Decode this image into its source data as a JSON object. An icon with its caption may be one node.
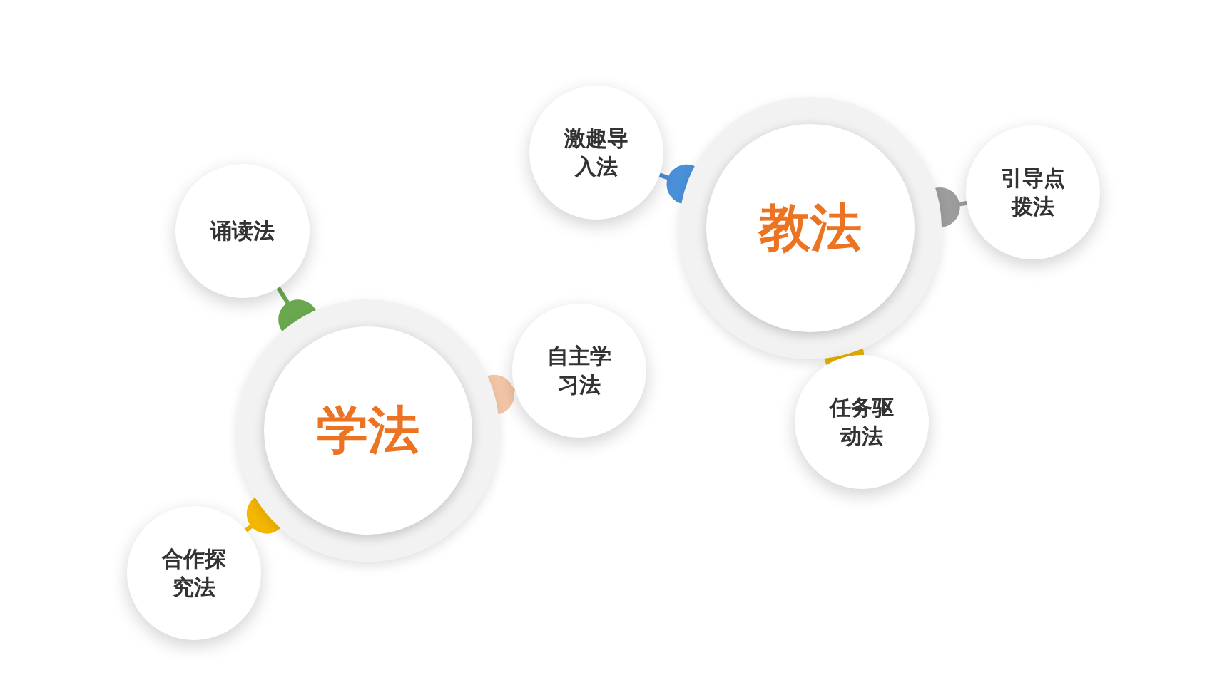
{
  "diagram": {
    "nodes": [
      {
        "text": [
          "学法"
        ]
      },
      {
        "text": [
          "诵读法"
        ]
      },
      {
        "text": [
          "自主学习法"
        ]
      },
      {
        "text": [
          "合作探究法"
        ]
      },
      {
        "text": [
          "教法"
        ]
      },
      {
        "text": [
          "激趣导入法"
        ]
      },
      {
        "text": [
          "引导点拨法"
        ]
      },
      {
        "text": [
          "任务驱动法"
        ]
      }
    ],
    "edges": [
      {
        "from": 0,
        "to": 1,
        "arrow": "other",
        "color": "#6aa84f"
      },
      {
        "from": 0,
        "to": 2,
        "arrow": "other",
        "color": "#f4c7a8"
      },
      {
        "from": 0,
        "to": 3,
        "arrow": "other",
        "color": "#f5b800"
      },
      {
        "from": 4,
        "to": 5,
        "arrow": "other",
        "color": "#4a90d9"
      },
      {
        "from": 4,
        "to": 6,
        "arrow": "other",
        "color": "#9e9e9e"
      },
      {
        "from": 4,
        "to": 7,
        "arrow": "other",
        "color": "#f5b800"
      }
    ]
  }
}
